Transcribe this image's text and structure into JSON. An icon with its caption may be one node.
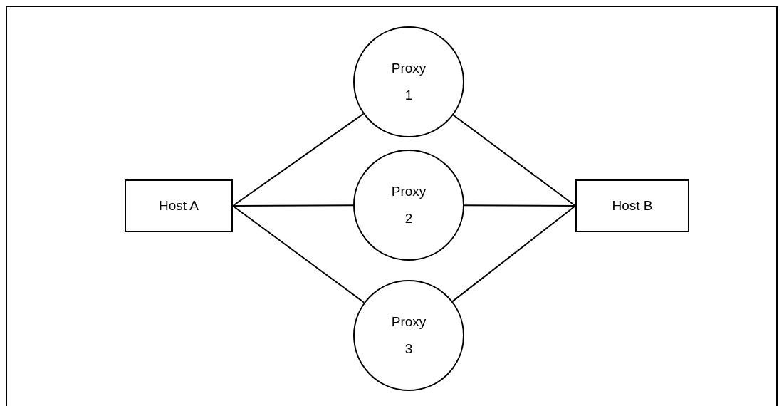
{
  "diagram": {
    "nodes": [
      {
        "text": [
          "Host A"
        ]
      },
      {
        "text": [
          "Proxy 1"
        ]
      },
      {
        "text": [
          "Proxy 2"
        ]
      },
      {
        "text": [
          "Proxy 3"
        ]
      },
      {
        "text": [
          "Host B"
        ]
      }
    ],
    "edges": [
      {
        "from": 0,
        "to": 1,
        "arrow": "none"
      },
      {
        "from": 0,
        "to": 2,
        "arrow": "none"
      },
      {
        "from": 0,
        "to": 3,
        "arrow": "none"
      },
      {
        "from": 1,
        "to": 4,
        "arrow": "none"
      },
      {
        "from": 2,
        "to": 4,
        "arrow": "none"
      },
      {
        "from": 3,
        "to": 4,
        "arrow": "none"
      }
    ]
  }
}
